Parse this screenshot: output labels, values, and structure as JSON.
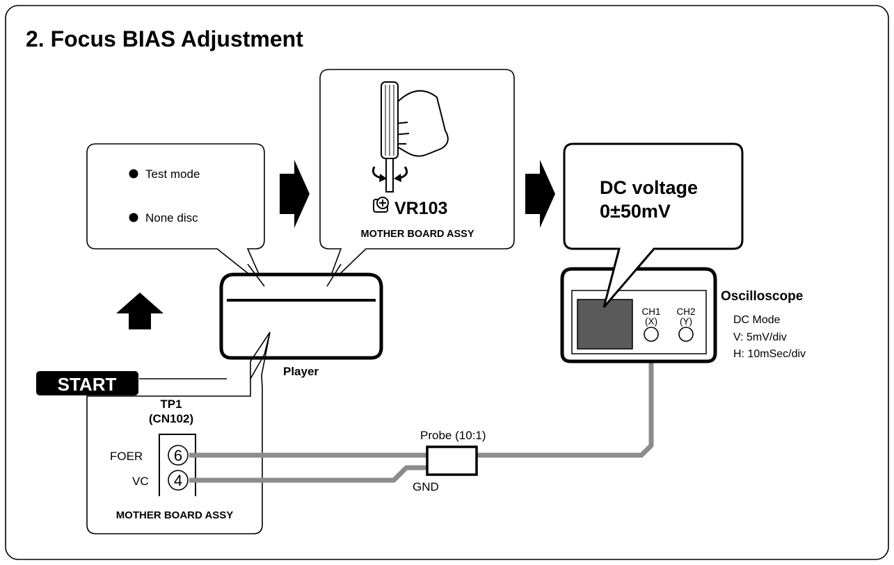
{
  "title": "2. Focus BIAS Adjustment",
  "step1": {
    "items": [
      "Test mode",
      "None disc"
    ]
  },
  "step2": {
    "control_label": "VR103",
    "board": "MOTHER BOARD ASSY"
  },
  "step3": {
    "line1": "DC voltage",
    "line2": "0±50mV"
  },
  "player_label": "Player",
  "start_label": "START",
  "test_point": {
    "name": "TP1",
    "connector": "(CN102)",
    "pins": [
      {
        "label": "FOER",
        "number": "6"
      },
      {
        "label": "VC",
        "number": "4"
      }
    ],
    "board": "MOTHER BOARD ASSY"
  },
  "probe_label": "Probe (10:1)",
  "gnd_label": "GND",
  "oscilloscope": {
    "name": "Oscilloscope",
    "settings": [
      "DC Mode",
      "V: 5mV/div",
      "H: 10mSec/div"
    ],
    "ch1": {
      "name": "CH1",
      "axis": "(X)"
    },
    "ch2": {
      "name": "CH2",
      "axis": "(Y)"
    }
  },
  "colors": {
    "cable": "#8c8c8c",
    "screen": "#5a5a5a",
    "ink": "#000000"
  }
}
